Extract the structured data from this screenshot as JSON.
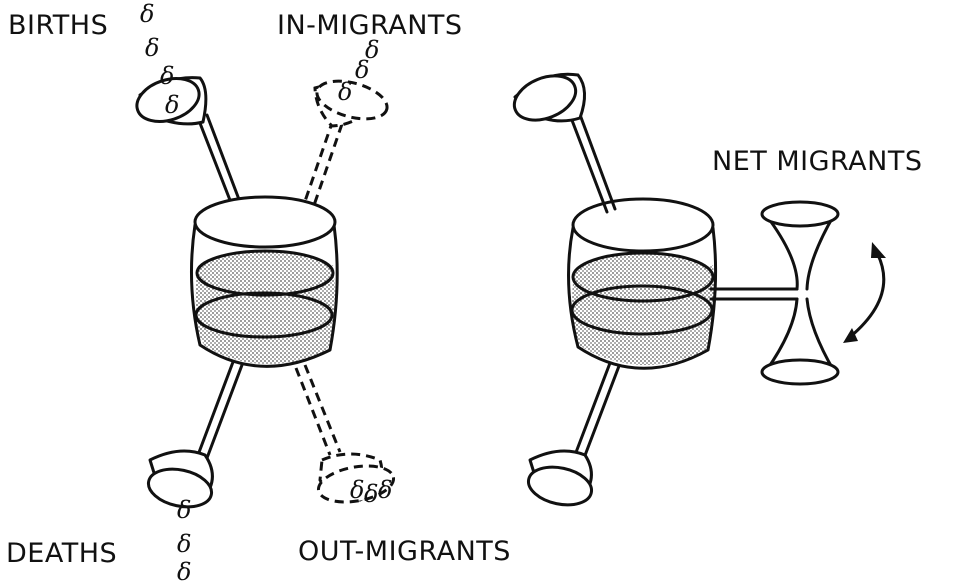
{
  "labels": {
    "births": "BIRTHS",
    "in_migrants": "IN-MIGRANTS",
    "net_migrants": "NET MIGRANTS",
    "deaths": "DEATHS",
    "out_migrants": "OUT-MIGRANTS"
  },
  "drop_glyph": "δ",
  "colors": {
    "ink": "#111111",
    "water": "#c9c9c9",
    "background": "#ffffff"
  }
}
